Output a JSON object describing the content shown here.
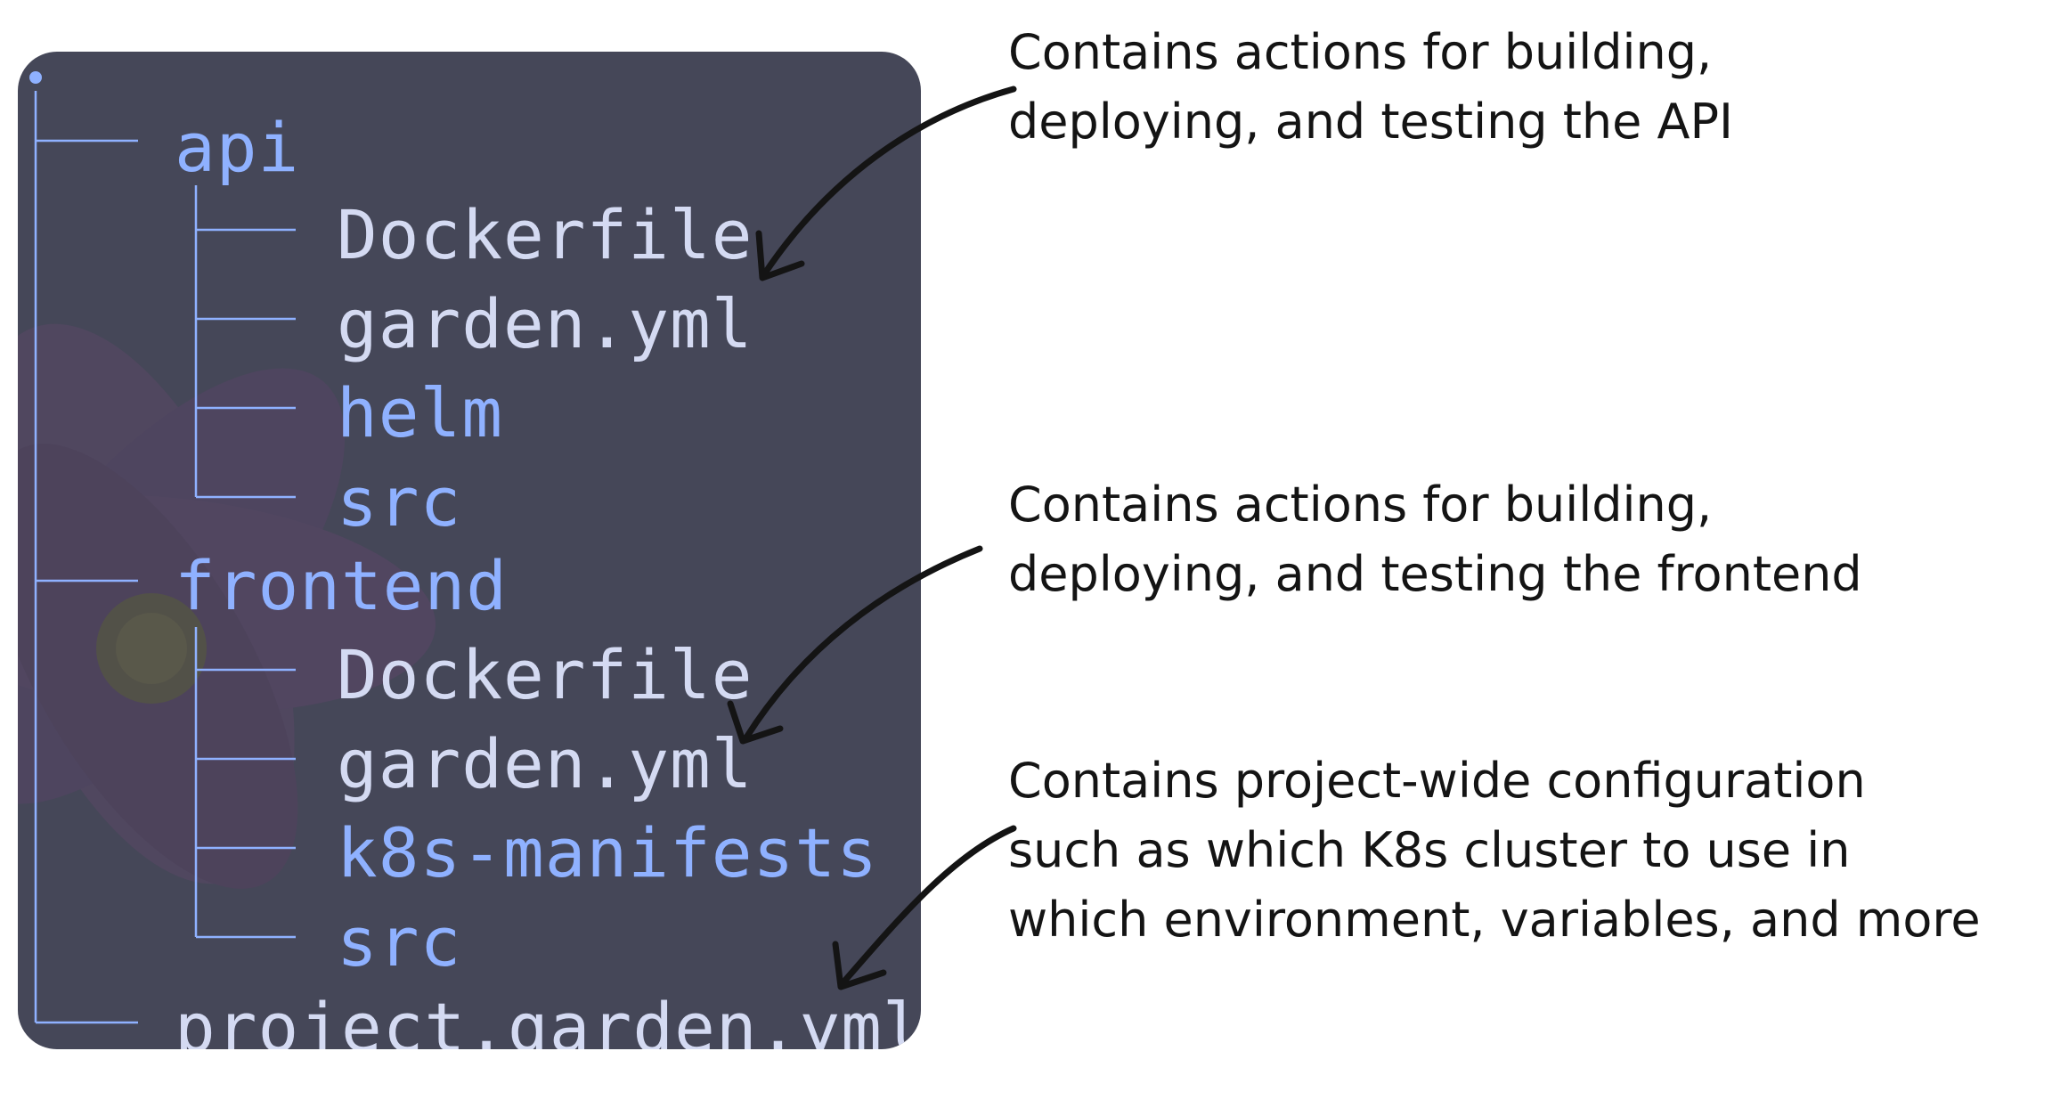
{
  "tree": {
    "entries": [
      {
        "name": "api",
        "kind": "dir"
      },
      {
        "name": "Dockerfile",
        "kind": "file"
      },
      {
        "name": "garden.yml",
        "kind": "file"
      },
      {
        "name": "helm",
        "kind": "dir"
      },
      {
        "name": "src",
        "kind": "dir"
      },
      {
        "name": "frontend",
        "kind": "dir"
      },
      {
        "name": "Dockerfile",
        "kind": "file"
      },
      {
        "name": "garden.yml",
        "kind": "file"
      },
      {
        "name": "k8s-manifests",
        "kind": "dir"
      },
      {
        "name": "src",
        "kind": "dir"
      },
      {
        "name": "project.garden.yml",
        "kind": "file"
      }
    ]
  },
  "annotations": [
    {
      "lines": [
        "Contains actions for building,",
        "deploying, and testing the API"
      ]
    },
    {
      "lines": [
        "Contains actions for building,",
        "deploying, and testing the frontend"
      ]
    },
    {
      "lines": [
        "Contains project-wide configuration",
        "such as which K8s cluster to use in",
        "which environment, variables, and more"
      ]
    }
  ],
  "colors": {
    "panel": "#454758",
    "dir": "#8fb1ff",
    "file": "#d4daf2",
    "ink": "#141414"
  }
}
